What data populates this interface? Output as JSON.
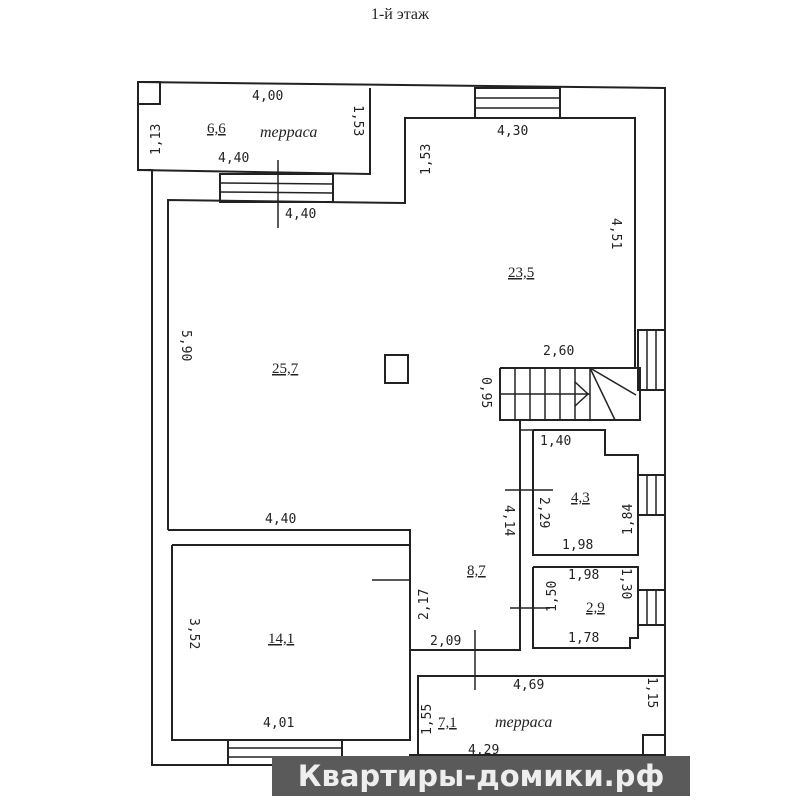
{
  "title": "1-й этаж",
  "rooms": [
    {
      "area": "6,6",
      "label": "терраса"
    },
    {
      "area": "23,5"
    },
    {
      "area": "25,7"
    },
    {
      "area": "4,3"
    },
    {
      "area": "2,9"
    },
    {
      "area": "8,7"
    },
    {
      "area": "14,1"
    },
    {
      "area": "7,1",
      "label": "терраса"
    }
  ],
  "dims": [
    "4,00",
    "1,13",
    "1,53",
    "4,40",
    "4,40",
    "1,53",
    "4,30",
    "4,51",
    "5,90",
    "2,60",
    "0,95",
    "1,40",
    "2,29",
    "4,14",
    "1,84",
    "1,98",
    "1,98",
    "1,30",
    "1,50",
    "1,78",
    "4,40",
    "2,17",
    "2,09",
    "3,52",
    "4,01",
    "4,69",
    "1,55",
    "1,15",
    "4,29"
  ],
  "watermark": "Квартиры-домики.рф",
  "colors": {
    "line": "#222222",
    "watermark_bg": "#5a5a5a",
    "watermark_house": "#8cc63f"
  }
}
